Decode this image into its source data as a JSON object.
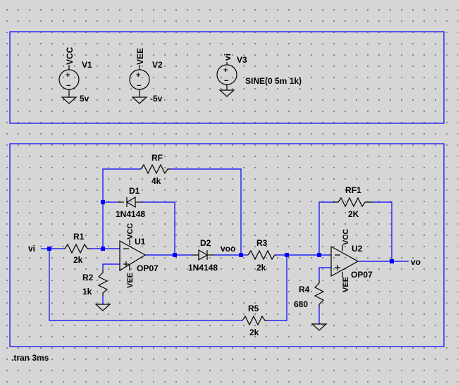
{
  "sources": {
    "v1": {
      "name": "V1",
      "net": "VCC",
      "value": "5v"
    },
    "v2": {
      "name": "V2",
      "net": "VEE",
      "value": "-5v"
    },
    "v3": {
      "name": "V3",
      "net": "vi",
      "value": "SINE(0 5m 1k)"
    }
  },
  "opamps": {
    "u1": {
      "name": "U1",
      "model": "OP07",
      "vcc": "VCC",
      "vee": "VEE"
    },
    "u2": {
      "name": "U2",
      "model": "OP07",
      "vcc": "VCC",
      "vee": "VEE"
    }
  },
  "resistors": {
    "rf": {
      "name": "RF",
      "value": "4k"
    },
    "r1": {
      "name": "R1",
      "value": "2k"
    },
    "r2": {
      "name": "R2",
      "value": "1k"
    },
    "r3": {
      "name": "R3",
      "value": "2k"
    },
    "r4": {
      "name": "R4",
      "value": "680"
    },
    "r5": {
      "name": "R5",
      "value": "2k"
    },
    "rf1": {
      "name": "RF1",
      "value": "2K"
    }
  },
  "diodes": {
    "d1": {
      "name": "D1",
      "model": "1N4148"
    },
    "d2": {
      "name": "D2",
      "model": "1N4148"
    }
  },
  "nets": {
    "vi": "vi",
    "voo": "voo",
    "vo": "vo"
  },
  "directive": ".tran 3ms",
  "colors": {
    "wire": "#0000ff",
    "background": "#d6d6d6",
    "grid_dot": "#6e6e6e"
  }
}
